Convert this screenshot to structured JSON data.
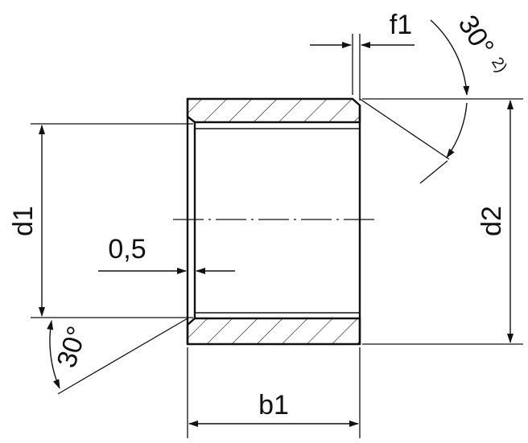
{
  "drawing": {
    "line_color": "#111111",
    "background": "#ffffff"
  },
  "dimensions": {
    "f1": "f1",
    "chamfer_outer": "30°",
    "chamfer_outer_note": "2)",
    "d1": "d1",
    "d2": "d2",
    "wall_offset": "0,5",
    "chamfer_inner": "30°",
    "b1": "b1"
  }
}
